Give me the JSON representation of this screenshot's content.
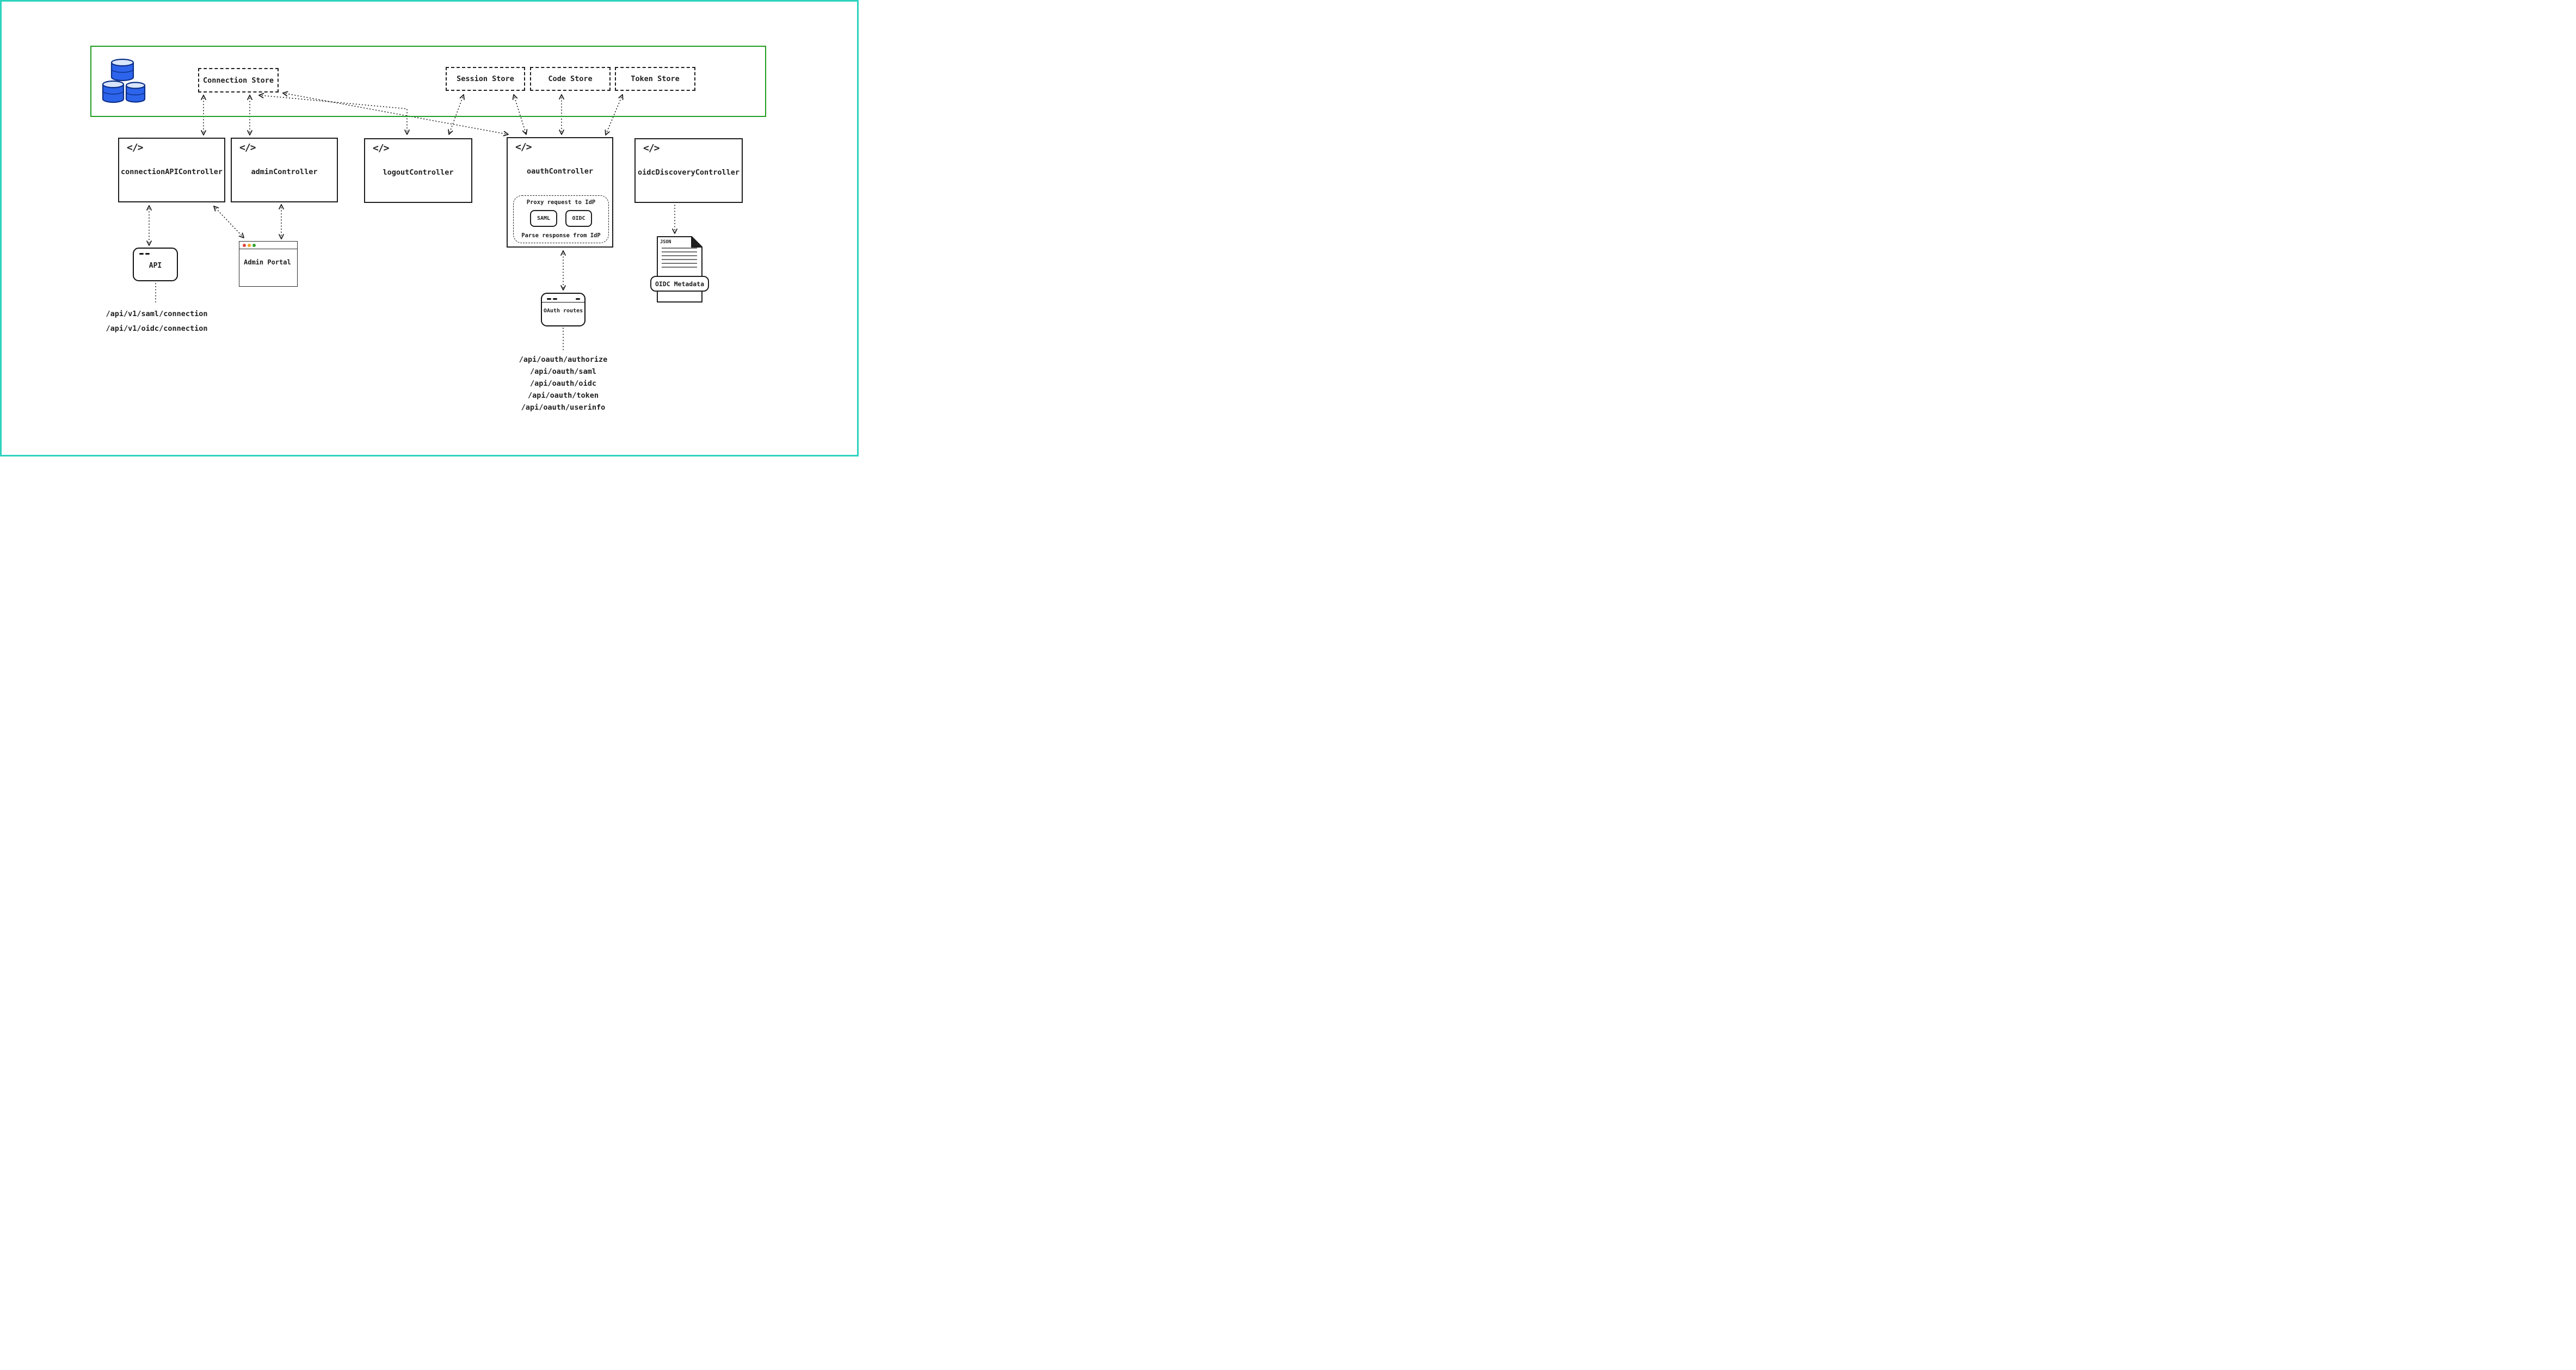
{
  "stores": {
    "connection": "Connection Store",
    "session": "Session Store",
    "code": "Code Store",
    "token": "Token Store"
  },
  "controllers": {
    "connection_api": "connectionAPIController",
    "admin": "adminController",
    "logout": "logoutController",
    "oauth": "oauthController",
    "oidc_discovery": "oidcDiscoveryController"
  },
  "oauth_proxy": {
    "title": "Proxy request to IdP",
    "saml": "SAML",
    "oidc": "OIDC",
    "parse": "Parse response from IdP"
  },
  "windows": {
    "api": "API",
    "admin_portal": "Admin Portal",
    "oauth_routes": "OAuth routes"
  },
  "document": {
    "type_label": "JSON",
    "banner": "OIDC Metadata"
  },
  "endpoints": {
    "connection": [
      "/api/v1/saml/connection",
      "/api/v1/oidc/connection"
    ],
    "oauth": [
      "/api/oauth/authorize",
      "/api/oauth/saml",
      "/api/oauth/oidc",
      "/api/oauth/token",
      "/api/oauth/userinfo"
    ]
  },
  "icons": {
    "code_glyph": "</>"
  },
  "colors": {
    "page_border": "#2ed3be",
    "stores_border": "#1f9d1f",
    "database_blue": "#2d64ec",
    "ink": "#1e1e1e"
  }
}
